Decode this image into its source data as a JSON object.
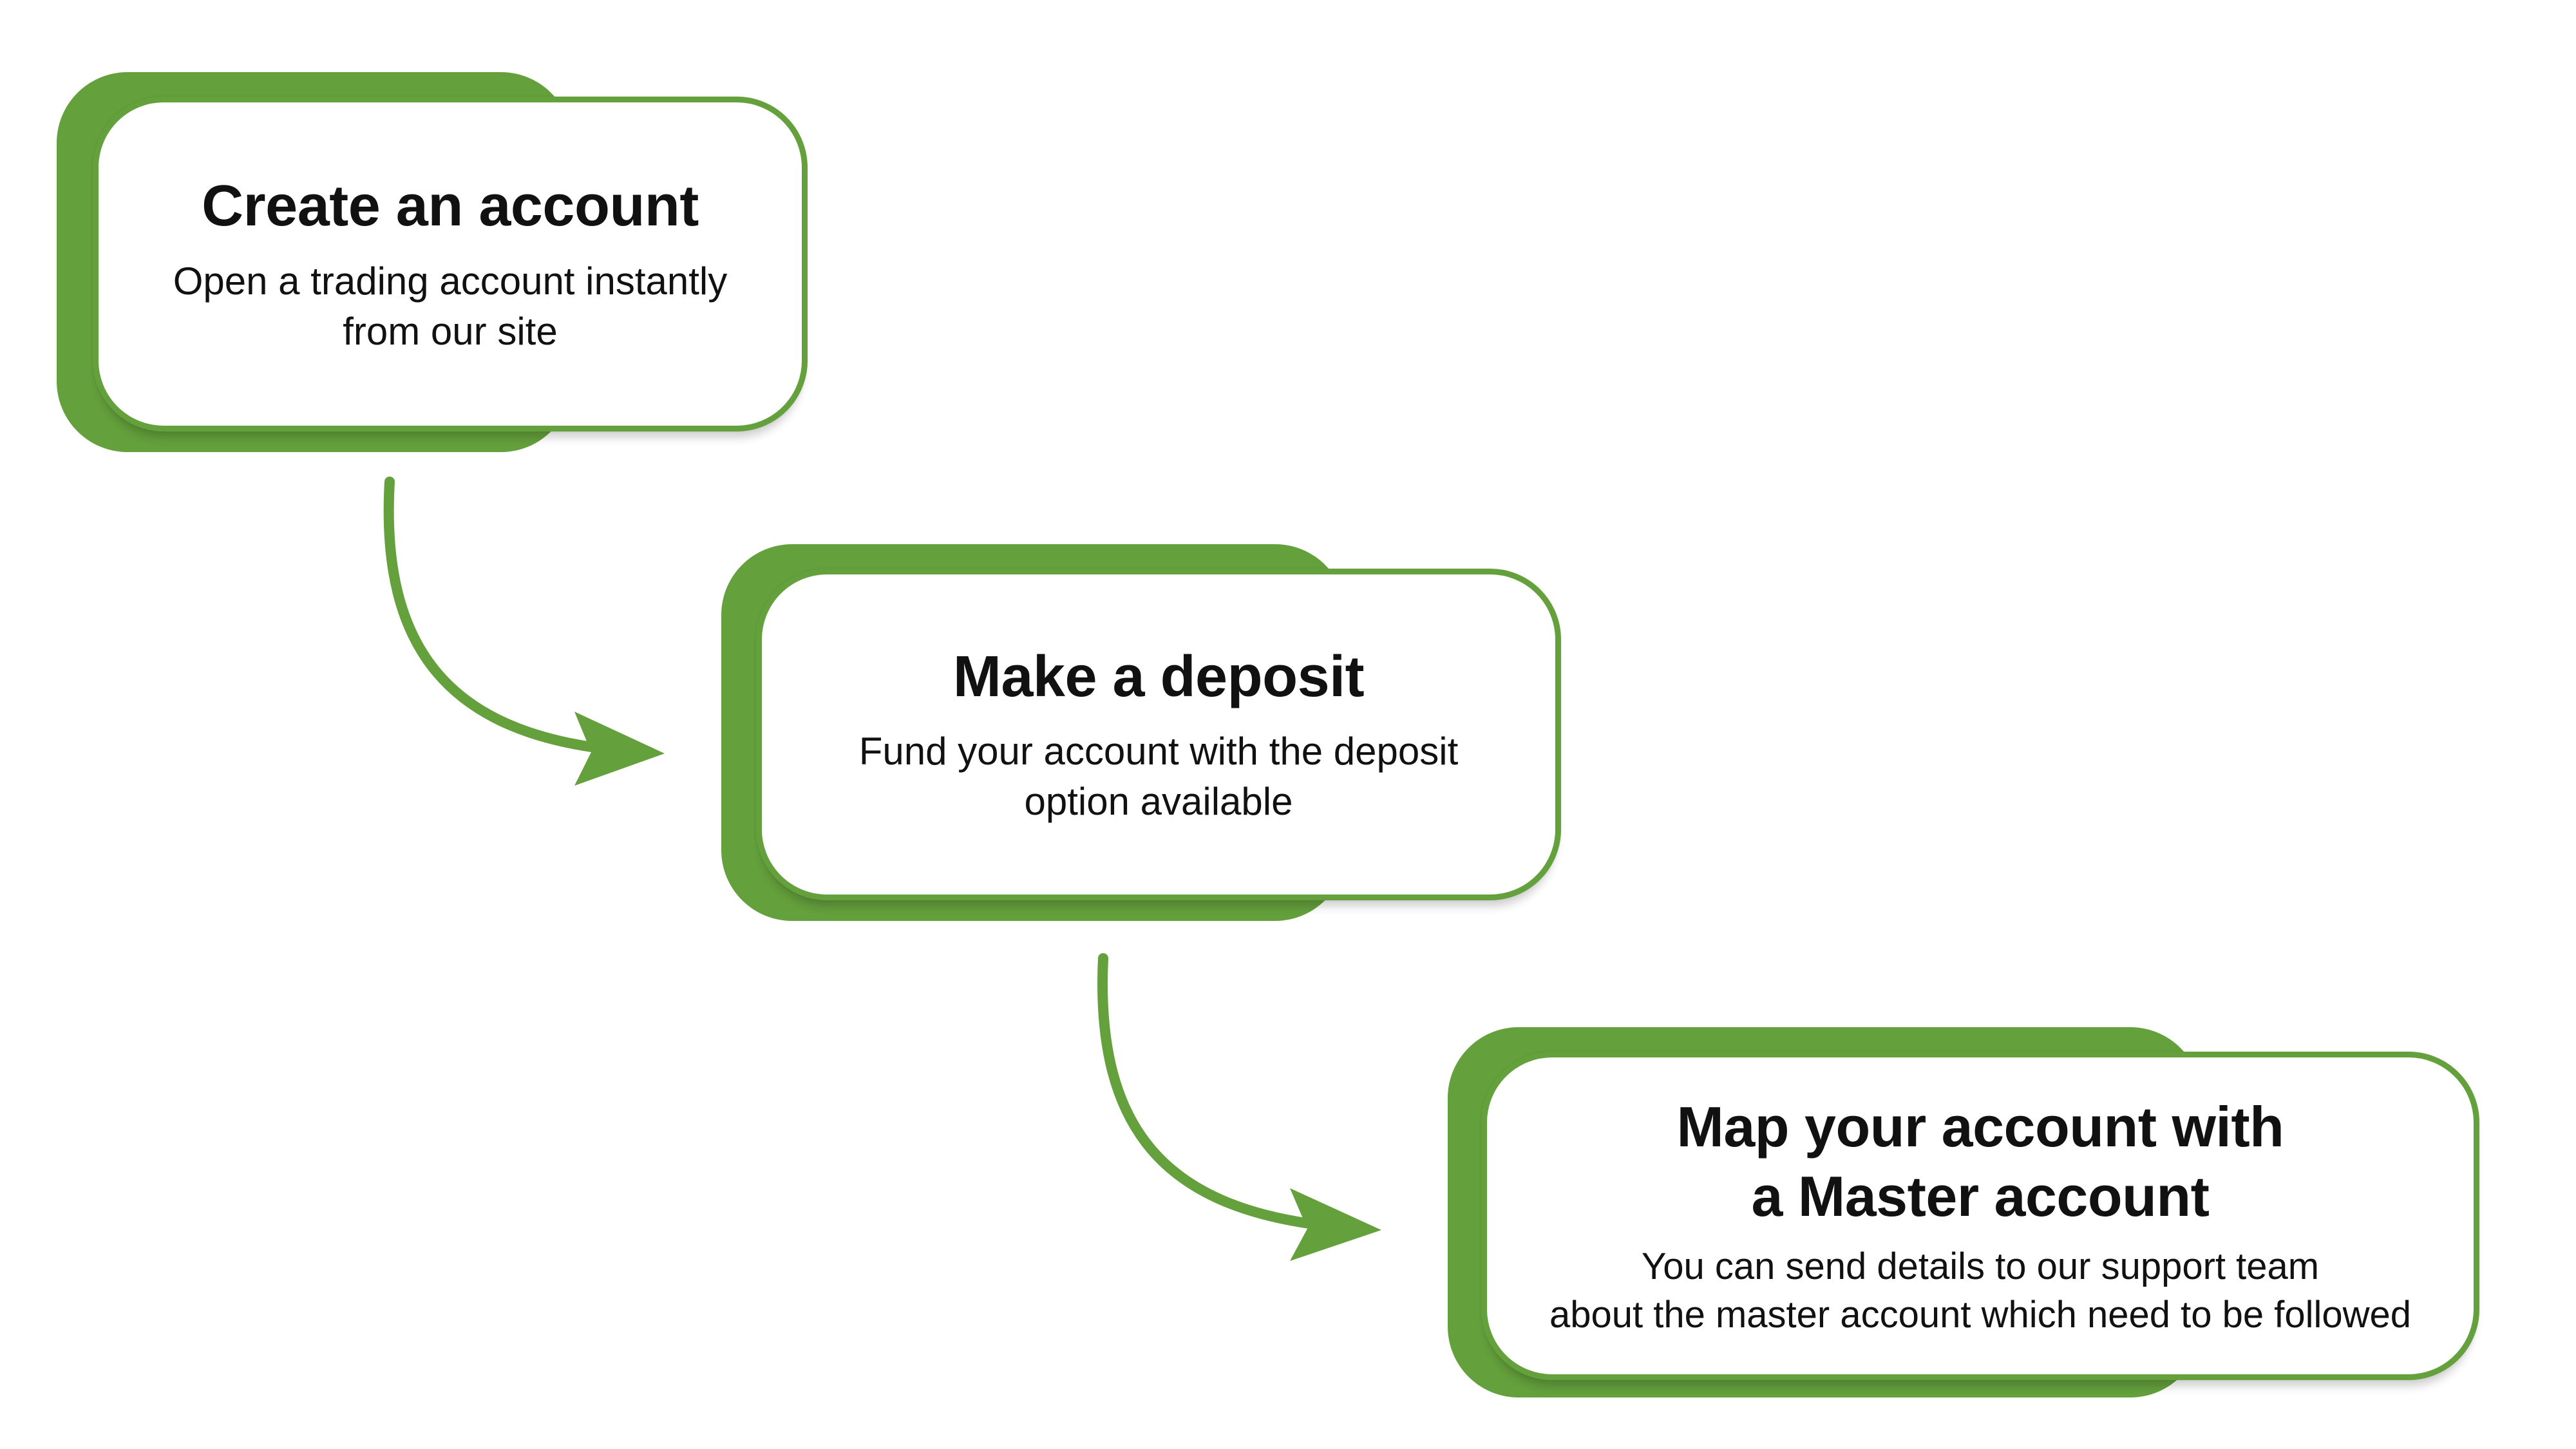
{
  "colors": {
    "accent": "#64a03c",
    "text": "#111111",
    "background": "#ffffff"
  },
  "steps": [
    {
      "title": "Create an account",
      "description": "Open a trading account instantly\nfrom our site"
    },
    {
      "title": "Make a deposit",
      "description": "Fund your account with the deposit\noption available"
    },
    {
      "title": "Map your account with\na Master account",
      "description": "You can send details to our support team\nabout the master account which need to be followed"
    }
  ]
}
